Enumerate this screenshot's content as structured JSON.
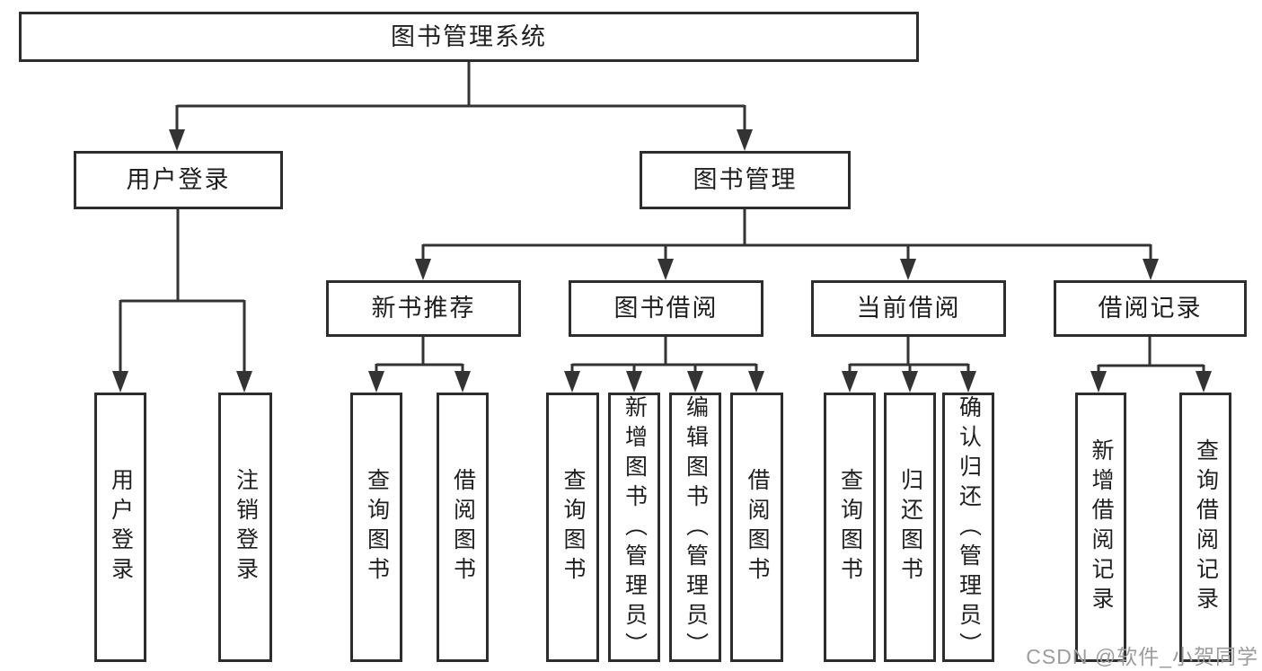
{
  "diagram": {
    "title": "图书管理系统",
    "level2": {
      "user_login": "用户登录",
      "book_management": "图书管理"
    },
    "level3": {
      "new_book_recommend": "新书推荐",
      "book_borrowing": "图书借阅",
      "current_borrowing": "当前借阅",
      "borrow_records": "借阅记录"
    },
    "level4": {
      "user_login_action": "用户登录",
      "logout_action": "注销登录",
      "recommend_query_books": "查询图书",
      "recommend_borrow_books": "借阅图书",
      "borrowing_query_books": "查询图书",
      "borrowing_add_books_admin": "新增图书（管理员）",
      "borrowing_edit_books_admin": "编辑图书（管理员）",
      "borrowing_borrow_books": "借阅图书",
      "current_query_books": "查询图书",
      "current_return_books": "归还图书",
      "current_confirm_return_admin": "确认归还（管理员）",
      "records_add_borrow_record": "新增借阅记录",
      "records_query_borrow_record": "查询借阅记录"
    }
  },
  "watermark": "CSDN @软件_小贺同学",
  "colors": {
    "line": "#333333",
    "box_border": "#2d2d2d",
    "text": "#1f1f1f",
    "watermark": "#9c9c9c",
    "background": "#ffffff"
  }
}
